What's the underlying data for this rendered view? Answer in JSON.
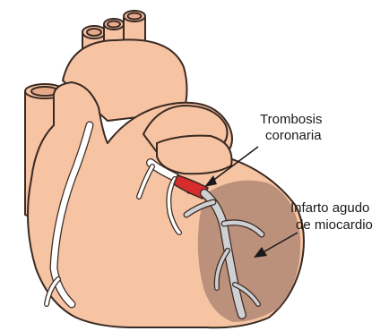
{
  "labels": {
    "thrombosis_line1": "Trombosis",
    "thrombosis_line2": "coronaria",
    "infarct_line1": "Infarto agudo",
    "infarct_line2": "de miocardio"
  },
  "colors": {
    "heart_fill": "#f6c3a3",
    "outline": "#3a2a22",
    "vessel": "#ffffff",
    "infarct": "#b08874",
    "infarct_vessel": "#cfd0d4",
    "thrombus": "#d62c2c"
  }
}
